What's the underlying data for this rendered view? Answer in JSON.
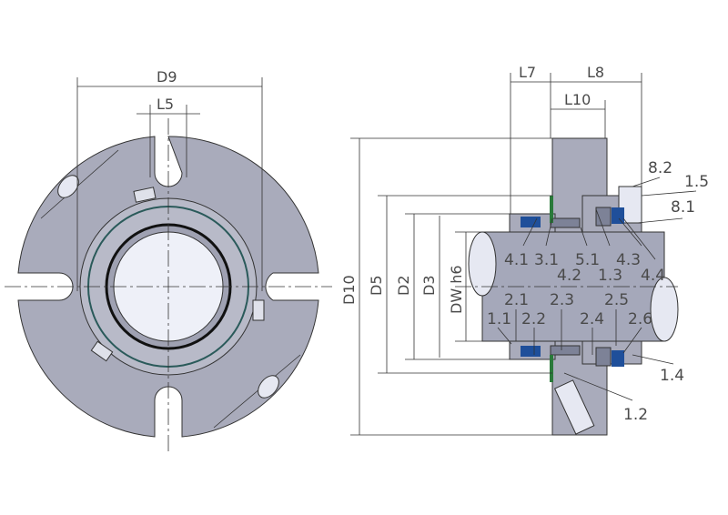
{
  "dimensions": {
    "d9": "D9",
    "l5": "L5",
    "l7": "L7",
    "l8": "L8",
    "l10": "L10",
    "d10": "D10",
    "d5": "D5",
    "d2": "D2",
    "d3": "D3",
    "dw": "DW h6"
  },
  "positions": {
    "p82": "8.2",
    "p15": "1.5",
    "p81": "8.1",
    "p41": "4.1",
    "p31": "3.1",
    "p51": "5.1",
    "p43": "4.3",
    "p42": "4.2",
    "p13": "1.3",
    "p44": "4.4",
    "p21": "2.1",
    "p23": "2.3",
    "p25": "2.5",
    "p11": "1.1",
    "p22": "2.2",
    "p24": "2.4",
    "p26": "2.6",
    "p14": "1.4",
    "p12": "1.2"
  },
  "colors": {
    "metal": "#a9abbb",
    "dark": "#7d8297",
    "seal": "#1f4f9a",
    "shaft": "#a5a8ba"
  }
}
